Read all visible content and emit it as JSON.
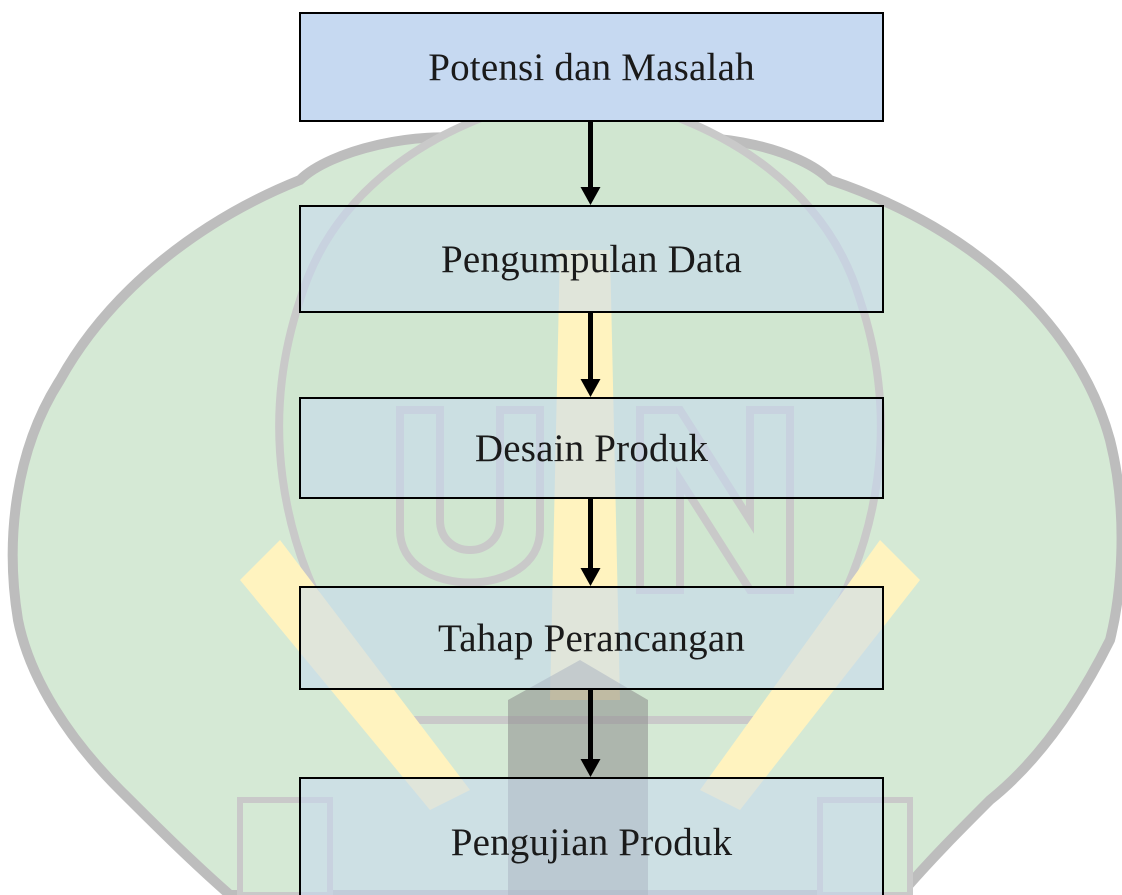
{
  "diagram": {
    "type": "flowchart",
    "direction": "top-to-bottom",
    "steps": [
      {
        "label": "Potensi dan Masalah"
      },
      {
        "label": "Pengumpulan Data"
      },
      {
        "label": "Desain Produk"
      },
      {
        "label": "Tahap Perancangan"
      },
      {
        "label": "Pengujian Produk"
      }
    ],
    "connectors": [
      {
        "from": 0,
        "to": 1
      },
      {
        "from": 1,
        "to": 2
      },
      {
        "from": 2,
        "to": 3
      },
      {
        "from": 3,
        "to": 4
      }
    ]
  },
  "colors": {
    "box_fill": "#c6d9f1",
    "box_border": "#000000",
    "arrow": "#000000",
    "watermark_green": "#d5e9d5",
    "watermark_gray": "#c9c9c9",
    "watermark_yellow": "#fff3bf",
    "watermark_dark": "#8c8c8c"
  }
}
